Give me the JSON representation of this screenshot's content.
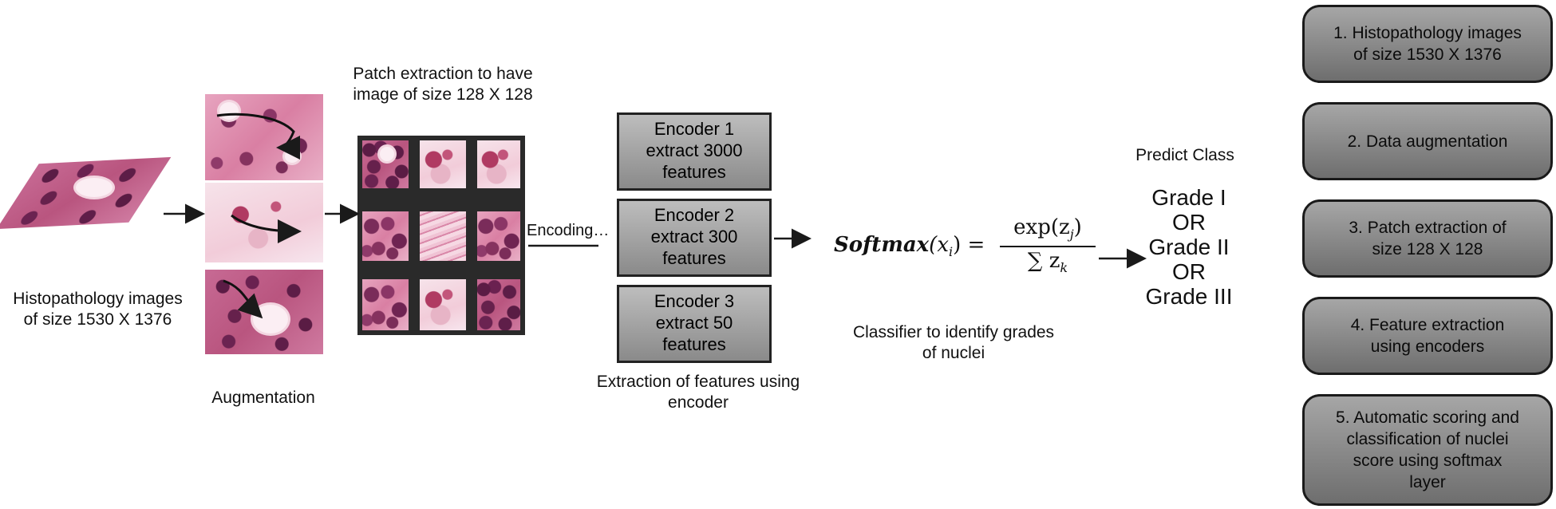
{
  "input_label": [
    "Histopathology images",
    "of size 1530 X 1376"
  ],
  "augmentation_label": "Augmentation",
  "patch_label": [
    "Patch extraction to have",
    "image of size 128 X 128"
  ],
  "encoding_label": "Encoding",
  "encoders": [
    [
      "Encoder 1",
      "extract 3000",
      "features"
    ],
    [
      "Encoder 2",
      "extract 300",
      "features"
    ],
    [
      "Encoder 3",
      "extract 50",
      "features"
    ]
  ],
  "encoder_caption": [
    "Extraction of features using",
    "encoder"
  ],
  "formula": {
    "lhs_func": "Softmax",
    "lhs_arg": "(x",
    "lhs_sub": "i",
    "lhs_close": ") =",
    "numerator": "exp(z",
    "numerator_sub": "j",
    "numerator_close": ")",
    "denominator": "∑ z",
    "denominator_sub": "k"
  },
  "classifier_caption": [
    "Classifier to identify grades",
    "of nuclei"
  ],
  "predict_title": "Predict Class",
  "grades": [
    "Grade I",
    "OR",
    "Grade II",
    "OR",
    "Grade III"
  ],
  "steps": [
    [
      "1. Histopathology images",
      "of size 1530 X 1376"
    ],
    [
      "2. Data augmentation"
    ],
    [
      "3. Patch extraction of",
      "size 128 X 128"
    ],
    [
      "4. Feature extraction",
      "using encoders"
    ],
    [
      "5. Automatic scoring and",
      "classification of nuclei",
      "score using softmax",
      "layer"
    ]
  ]
}
